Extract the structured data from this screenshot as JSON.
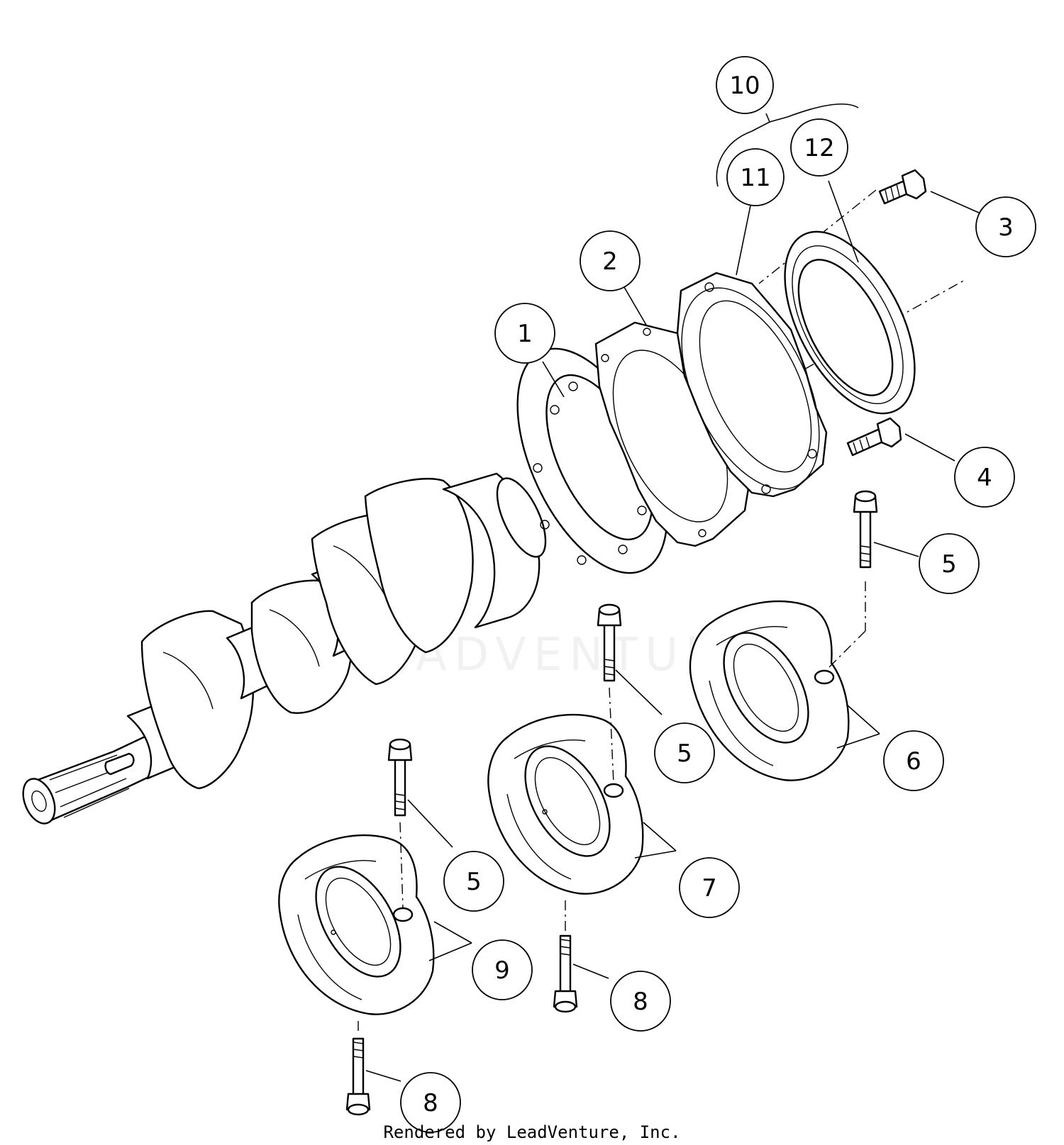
{
  "diagram": {
    "callouts": [
      {
        "id": "10",
        "label": "10"
      },
      {
        "id": "11",
        "label": "11"
      },
      {
        "id": "12",
        "label": "12"
      },
      {
        "id": "3",
        "label": "3"
      },
      {
        "id": "2",
        "label": "2"
      },
      {
        "id": "1",
        "label": "1"
      },
      {
        "id": "4",
        "label": "4"
      },
      {
        "id": "5a",
        "label": "5"
      },
      {
        "id": "5b",
        "label": "5"
      },
      {
        "id": "5c",
        "label": "5"
      },
      {
        "id": "6",
        "label": "6"
      },
      {
        "id": "7",
        "label": "7"
      },
      {
        "id": "9",
        "label": "9"
      },
      {
        "id": "8a",
        "label": "8"
      },
      {
        "id": "8b",
        "label": "8"
      }
    ],
    "watermark": "LEADVENTURE"
  },
  "footer": {
    "credit": "Rendered by LeadVenture, Inc."
  }
}
